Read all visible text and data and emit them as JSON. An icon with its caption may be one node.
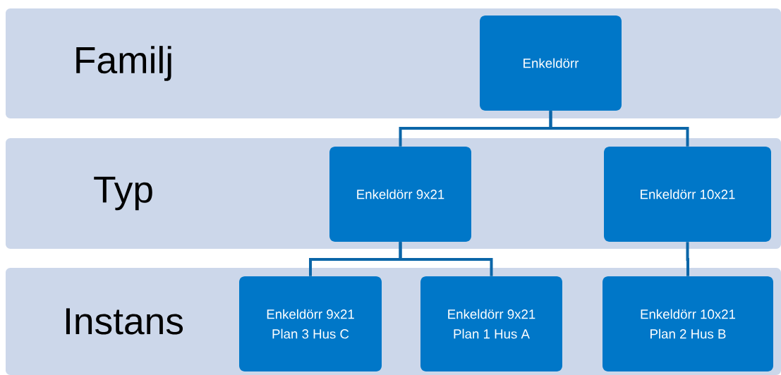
{
  "diagram": {
    "nodes": [
      {
        "text": [
          "Familj"
        ]
      },
      {
        "text": [
          "Enkeldörr"
        ],
        "in": 0
      },
      {
        "text": [
          "Typ"
        ]
      },
      {
        "text": [
          "Enkeldörr 9x21"
        ],
        "in": 2
      },
      {
        "text": [
          "Enkeldörr 10x21"
        ],
        "in": 2
      },
      {
        "text": [
          "Instans"
        ]
      },
      {
        "text": [
          "Enkeldörr 9x21",
          "Plan 3 Hus C"
        ],
        "in": 5
      },
      {
        "text": [
          "Enkeldörr 9x21",
          "Plan 1 Hus A"
        ],
        "in": 5
      },
      {
        "text": [
          "Enkeldörr 10x21",
          "Plan 2 Hus B"
        ],
        "in": 5
      }
    ],
    "edges": [
      {
        "from": 1,
        "to": 3,
        "arrow": "none"
      },
      {
        "from": 1,
        "to": 4,
        "arrow": "none"
      },
      {
        "from": 3,
        "to": 6,
        "arrow": "none"
      },
      {
        "from": 3,
        "to": 7,
        "arrow": "none"
      },
      {
        "from": 4,
        "to": 8,
        "arrow": "none"
      }
    ]
  }
}
